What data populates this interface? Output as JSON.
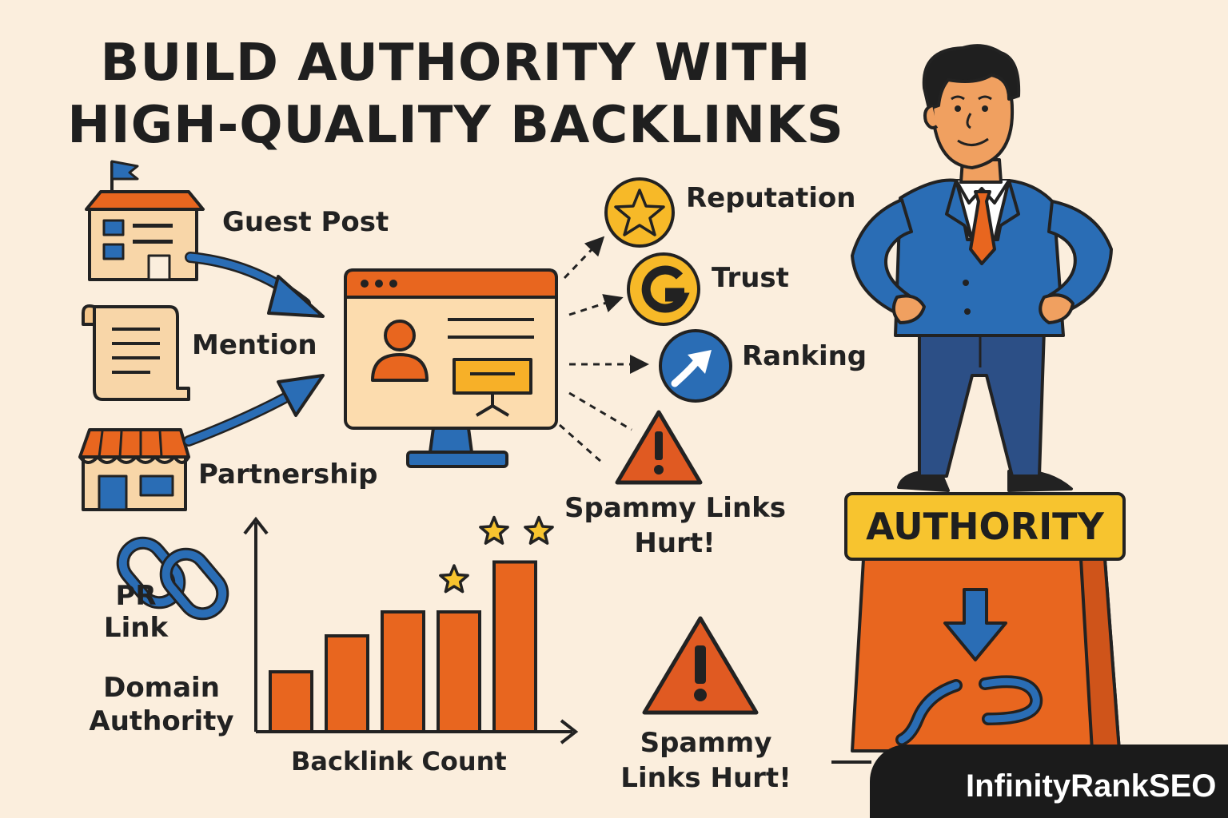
{
  "title": {
    "line1": "BUILD AUTHORITY WITH",
    "line2": "HIGH-QUALITY BACKLINKS"
  },
  "sources": [
    {
      "label": "Guest Post",
      "icon": "building-flag-icon"
    },
    {
      "label": "Mention",
      "icon": "scroll-document-icon"
    },
    {
      "label": "Partnership",
      "icon": "storefront-icon"
    },
    {
      "label_line1": "PR",
      "label_line2": "Link",
      "icon": "chain-link-icon"
    }
  ],
  "outcomes": [
    {
      "label": "Reputation",
      "icon": "star-badge-icon"
    },
    {
      "label": "Trust",
      "icon": "google-g-icon"
    },
    {
      "label": "Ranking",
      "icon": "trend-arrow-icon"
    },
    {
      "label_line1": "Spammy Links",
      "label_line2": "Hurt!",
      "icon": "warning-triangle-icon"
    }
  ],
  "chart": {
    "ylabel_line1": "Domain",
    "ylabel_line2": "Authority",
    "xlabel": "Backlink Count"
  },
  "chart_data": {
    "type": "bar",
    "categories": [
      "",
      "",
      "",
      "",
      ""
    ],
    "values": [
      0.3,
      0.48,
      0.6,
      0.6,
      0.85
    ],
    "stars": [
      0,
      0,
      0,
      1,
      2
    ],
    "xlabel": "Backlink Count",
    "ylabel": "Domain Authority"
  },
  "warning_bottom": {
    "line1": "Spammy",
    "line2": "Links Hurt!"
  },
  "podium": {
    "label": "AUTHORITY"
  },
  "brand": {
    "name": "InfinityRankSEO"
  },
  "colors": {
    "background": "#fbeedd",
    "orange": "#e8661f",
    "blue": "#2a6db5",
    "yellow": "#f7c42f",
    "peach": "#f8d6a8",
    "outline": "#222222"
  }
}
